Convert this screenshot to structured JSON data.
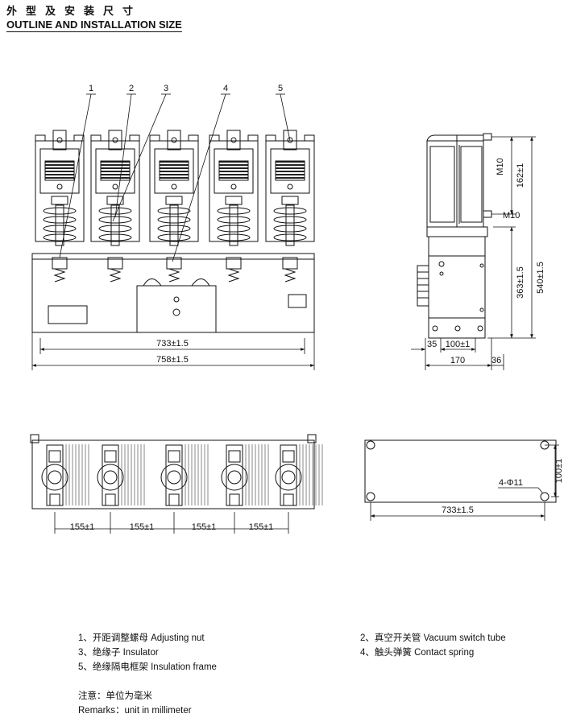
{
  "header": {
    "title_cn": "外型及安装尺寸",
    "title_en": "OUTLINE AND INSTALLATION SIZE"
  },
  "callouts": [
    "1",
    "2",
    "3",
    "4",
    "5"
  ],
  "front_view": {
    "dim_inner": "733±1.5",
    "dim_outer": "758±1.5"
  },
  "side_view": {
    "dim_m10_top": "M10",
    "dim_162": "162±1",
    "dim_m10_mid": "M10",
    "dim_540": "540±1.5",
    "dim_363": "363±1.5",
    "dim_35": "35",
    "dim_100": "100±1",
    "dim_170": "170",
    "dim_36": "36"
  },
  "top_view": {
    "pitch": [
      "155±1",
      "155±1",
      "155±1",
      "155±1"
    ]
  },
  "mount_view": {
    "hole_label": "4-Φ11",
    "dim_height": "100±1",
    "dim_width": "733±1.5"
  },
  "legend": [
    {
      "num": "1、",
      "cn": "开距调整螺母",
      "en": "Adjusting nut"
    },
    {
      "num": "2、",
      "cn": "真空开关管",
      "en": "Vacuum switch tube"
    },
    {
      "num": "3、",
      "cn": "绝缘子",
      "en": "Insulator"
    },
    {
      "num": "4、",
      "cn": "触头弹簧",
      "en": "Contact spring"
    },
    {
      "num": "5、",
      "cn": "绝缘隔电框架",
      "en": "Insulation frame"
    }
  ],
  "remarks": {
    "cn": "注意：单位为毫米",
    "en": "Remarks：unit in millimeter"
  }
}
